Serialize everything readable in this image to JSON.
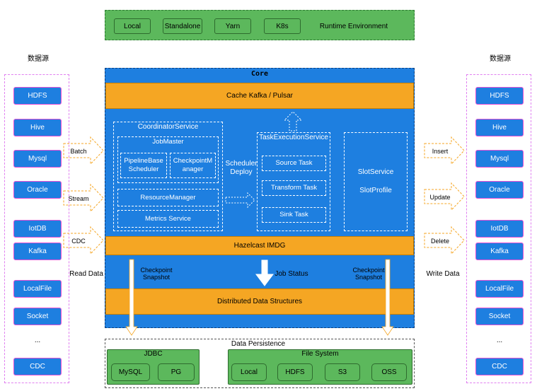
{
  "runtime": {
    "items": [
      "Local",
      "Standalone",
      "Yarn",
      "K8s"
    ],
    "label": "Runtime Environment"
  },
  "left_sources": {
    "title": "数据源",
    "items": [
      "HDFS",
      "Hive",
      "Mysql",
      "Oracle",
      "IotDB",
      "Kafka",
      "LocalFile",
      "Socket",
      "...",
      "CDC"
    ]
  },
  "right_sinks": {
    "title": "数据源",
    "items": [
      "HDFS",
      "Hive",
      "Mysql",
      "Oracle",
      "IotDB",
      "Kafka",
      "LocalFile",
      "Socket",
      "...",
      "CDC"
    ]
  },
  "left_arrows": [
    "Batch",
    "Stream",
    "CDC"
  ],
  "right_arrows": [
    "Insert",
    "Update",
    "Delete"
  ],
  "read_label": "Read Data",
  "write_label": "Write Data",
  "core": {
    "title": "Core",
    "cache": "Cache Kafka / Pulsar",
    "coordinator": {
      "title": "CoordinatorService",
      "jobmaster": "JobMaster",
      "pipeline": [
        "PipelineBase",
        "Scheduler"
      ],
      "checkpoint": [
        "CheckpointM",
        "anager"
      ],
      "resource": "ResourceManager",
      "metrics": "Metrics Service"
    },
    "scheduler": [
      "Scheduler",
      "Deploy"
    ],
    "task_exec": {
      "title": "TaskExecutionService",
      "tasks": [
        "Source Task",
        "Transform Task",
        "Sink Task"
      ]
    },
    "slot": [
      "SlotService",
      "SlotProfile"
    ],
    "imdg": "Hazelcast IMDG",
    "checkpoint_left": [
      "Checkpoint",
      "Snapshot"
    ],
    "job_status": "Job Status",
    "checkpoint_right": [
      "Checkpoint",
      "Snapshot"
    ],
    "dds": "Distributed Data Structures"
  },
  "persistence": {
    "title": "Data Persistence",
    "jdbc": {
      "title": "JDBC",
      "items": [
        "MySQL",
        "PG"
      ]
    },
    "fs": {
      "title": "File System",
      "items": [
        "Local",
        "HDFS",
        "S3",
        "OSS"
      ]
    }
  },
  "colors": {
    "core_blue": "#1e7fe0",
    "orange": "#f5a623",
    "green": "#5cb85c",
    "magenta_border": "#e64fd4"
  }
}
